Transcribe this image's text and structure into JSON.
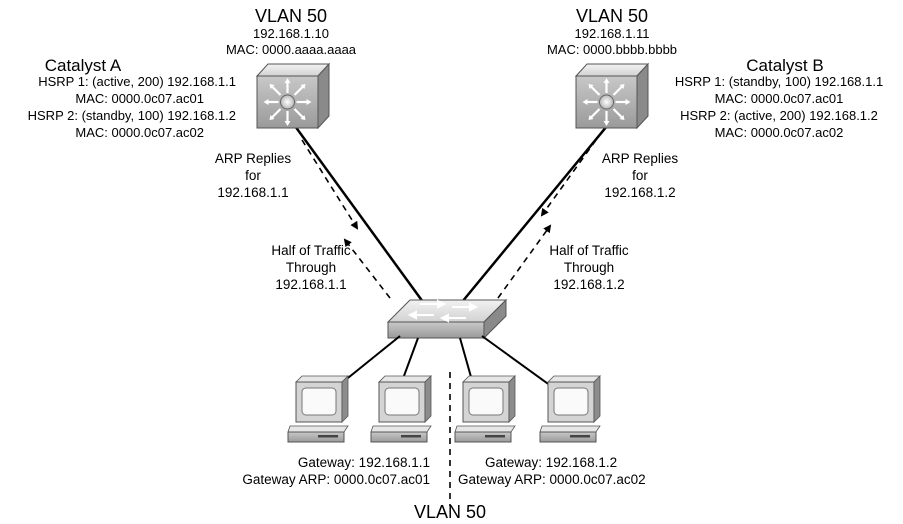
{
  "catalyst_a": {
    "vlan_title": "VLAN 50",
    "ip": "192.168.1.10",
    "mac": "MAC: 0000.aaaa.aaaa",
    "name": "Catalyst A",
    "hsrp1": "HSRP 1: (active, 200) 192.168.1.1",
    "hsrp1_mac": "MAC: 0000.0c07.ac01",
    "hsrp2": "HSRP 2: (standby, 100) 192.168.1.2",
    "hsrp2_mac": "MAC: 0000.0c07.ac02",
    "arp_line1": "ARP Replies",
    "arp_line2": "for",
    "arp_line3": "192.168.1.1",
    "traffic_line1": "Half of Traffic",
    "traffic_line2": "Through",
    "traffic_line3": "192.168.1.1"
  },
  "catalyst_b": {
    "vlan_title": "VLAN 50",
    "ip": "192.168.1.11",
    "mac": "MAC: 0000.bbbb.bbbb",
    "name": "Catalyst B",
    "hsrp1": "HSRP 1: (standby, 100) 192.168.1.1",
    "hsrp1_mac": "MAC: 0000.0c07.ac01",
    "hsrp2": "HSRP 2: (active, 200) 192.168.1.2",
    "hsrp2_mac": "MAC: 0000.0c07.ac02",
    "arp_line1": "ARP Replies",
    "arp_line2": "for",
    "arp_line3": "192.168.1.2",
    "traffic_line1": "Half of Traffic",
    "traffic_line2": "Through",
    "traffic_line3": "192.168.1.2"
  },
  "hosts_left": {
    "gateway": "Gateway: 192.168.1.1",
    "gateway_arp": "Gateway ARP: 0000.0c07.ac01"
  },
  "hosts_right": {
    "gateway": "Gateway: 192.168.1.2",
    "gateway_arp": "Gateway ARP: 0000.0c07.ac02"
  },
  "bottom_vlan": "VLAN 50",
  "colors": {
    "device_top": "#e4e4e4",
    "device_front": "#bdbdbd",
    "device_side": "#8c8c8c",
    "line": "#000000"
  },
  "icons": [
    "multilayer-switch-icon",
    "access-switch-icon",
    "workstation-icon"
  ]
}
